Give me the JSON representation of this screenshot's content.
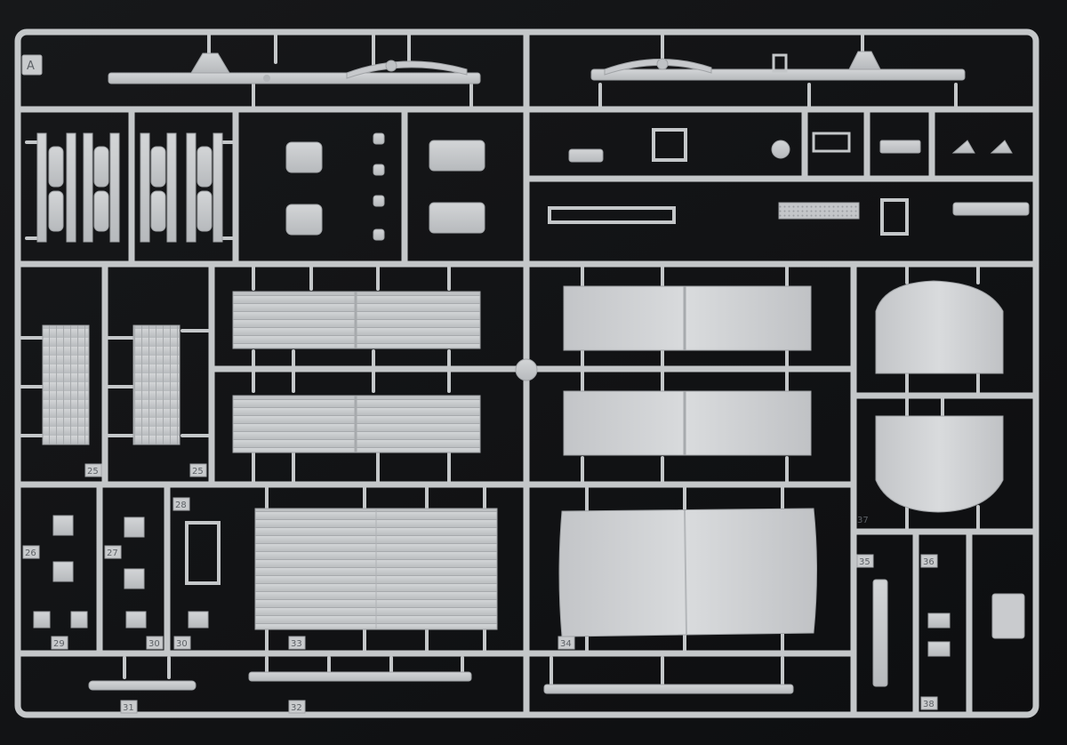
{
  "sprue": {
    "letter": "A",
    "part_numbers": [
      "25",
      "25",
      "26",
      "27",
      "28",
      "29",
      "30",
      "30",
      "31",
      "32",
      "33",
      "34",
      "35",
      "36",
      "37",
      "38"
    ]
  },
  "colors": {
    "background": "#111214",
    "plastic": "#c9cbcd",
    "plastic_shadow": "#9fa2a5",
    "label": "#5d6166"
  }
}
